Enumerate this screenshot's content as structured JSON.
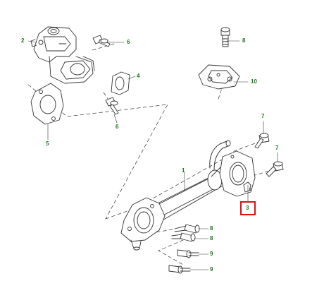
{
  "diagram": {
    "callouts": {
      "c1": "1",
      "c2": "2",
      "c3": "3",
      "c4": "4",
      "c5": "5",
      "c6a": "6",
      "c6b": "6",
      "c7a": "7",
      "c7b": "7",
      "c8a": "8",
      "c8b": "8",
      "c8c": "8",
      "c9a": "9",
      "c9b": "9",
      "c10": "10"
    },
    "colors": {
      "line": "#333333",
      "callout_text": "#1a7a1a",
      "leader": "#1a7a1a",
      "highlight": "#e01010"
    }
  }
}
